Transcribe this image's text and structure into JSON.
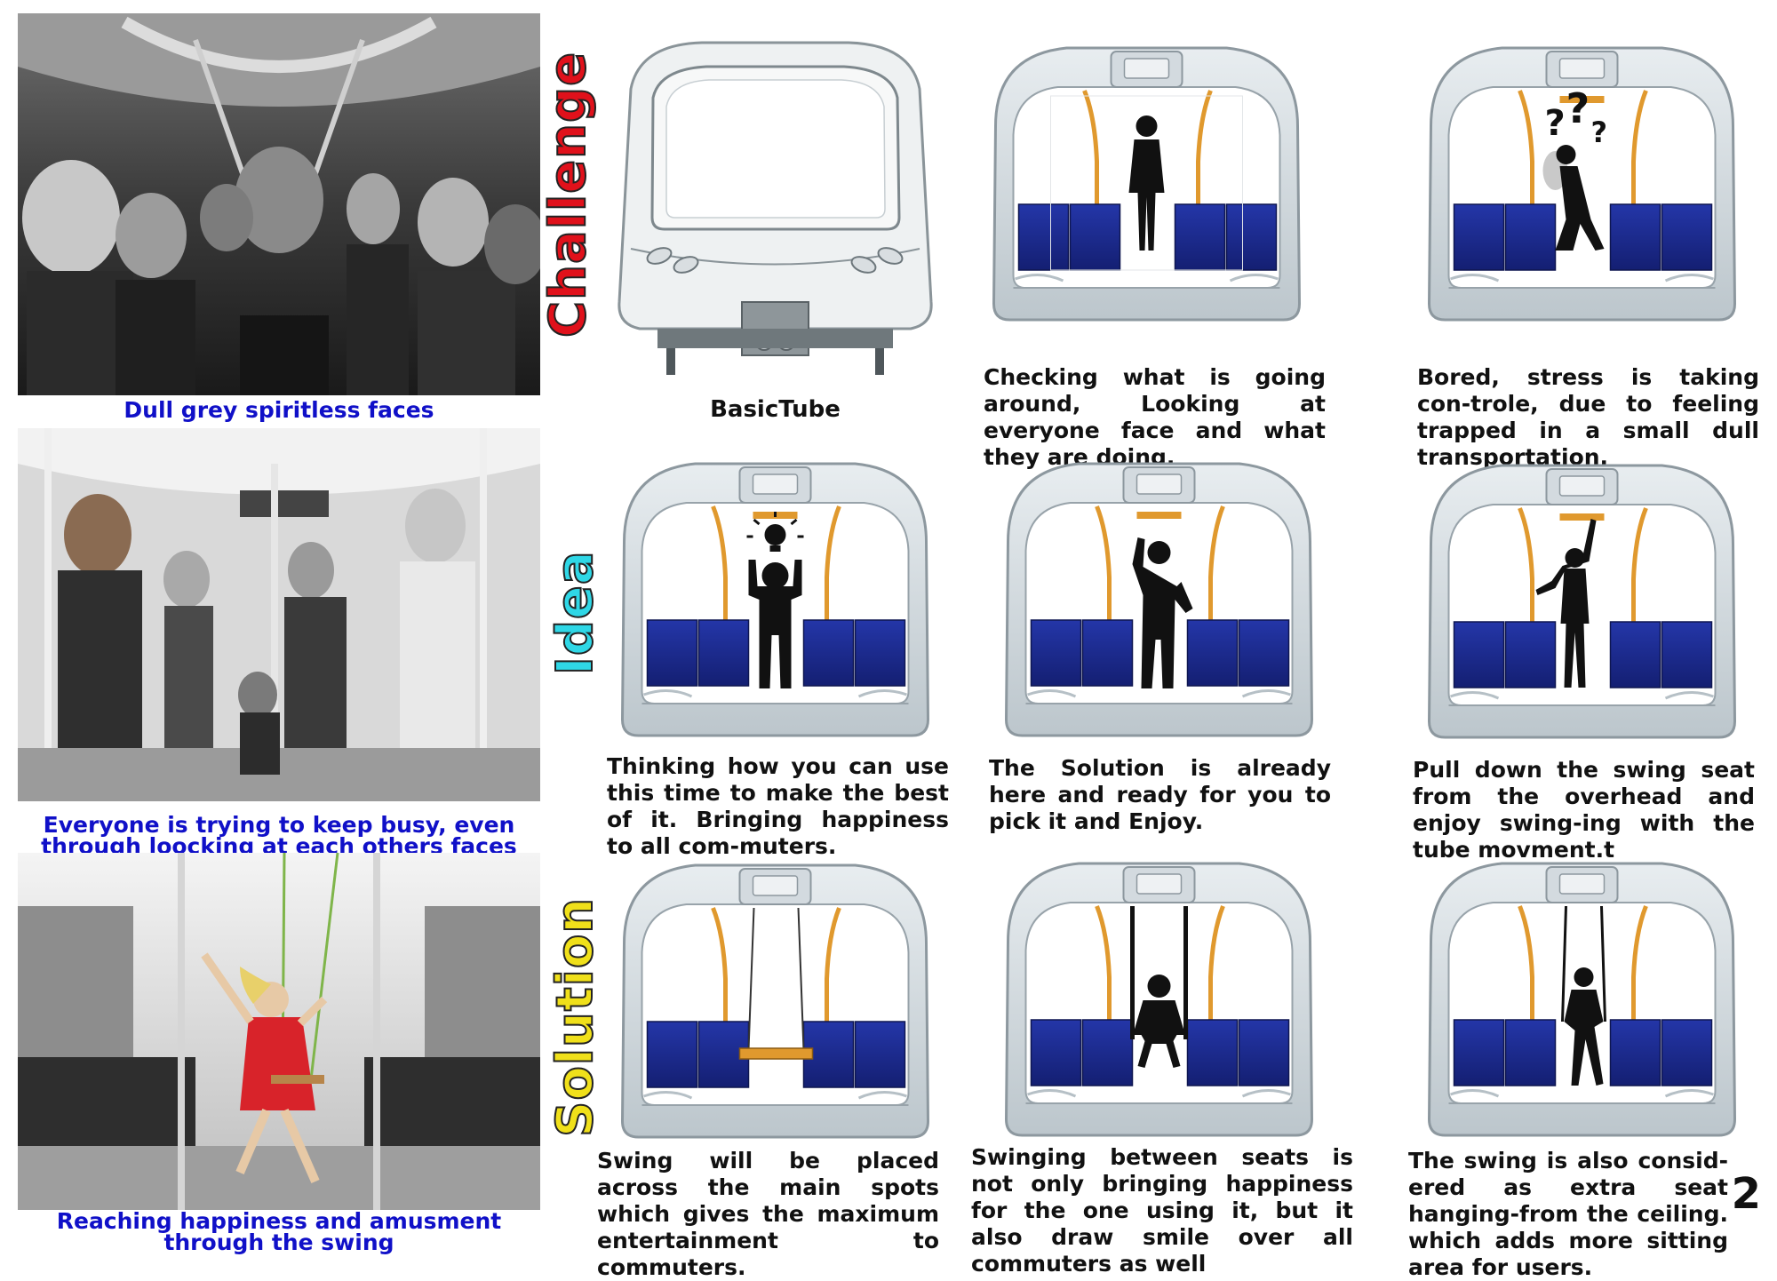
{
  "left_photos": [
    {
      "caption": "Dull grey spiritless faces"
    },
    {
      "caption": "Everyone is trying to keep busy, even through loocking at each others faces"
    },
    {
      "caption": "Reaching happiness and amusment through the swing"
    }
  ],
  "sections": {
    "challenge": "Challenge",
    "idea": "Idea",
    "solution": "Solution"
  },
  "panels": {
    "front": {
      "caption": "BasicTube"
    },
    "challenge_1": {
      "caption": "Checking what is going around, Looking at everyone face and what they are doing."
    },
    "challenge_2": {
      "caption": "Bored, stress is taking con-trole, due to feeling trapped in a small dull transportation."
    },
    "idea_1": {
      "caption": "Thinking how you can use this time to make the best of it. Bringing happiness to all com-muters."
    },
    "idea_2": {
      "caption": "The Solution is already here and ready for you to pick it and Enjoy."
    },
    "idea_3": {
      "caption": "Pull down the swing seat from the overhead and enjoy swing-ing with the tube movment.t"
    },
    "solution_1": {
      "caption": "Swing will be placed across the main spots which gives the maximum entertainment to commuters."
    },
    "solution_2": {
      "caption": "Swinging between seats is not only bringing happiness for the one using it, but it also draw smile over all commuters as well"
    },
    "solution_3": {
      "caption": "The swing is also consid-ered as extra seat hanging-from the ceiling. which adds more sitting area for users."
    }
  },
  "page_number": "2",
  "colors": {
    "caption_blue": "#1010c8",
    "seat_blue": "#1c2a8c",
    "pole_orange": "#e0992e",
    "challenge_red": "#e0111b",
    "idea_cyan": "#2fd7e6",
    "solution_yellow": "#f0e01a"
  }
}
